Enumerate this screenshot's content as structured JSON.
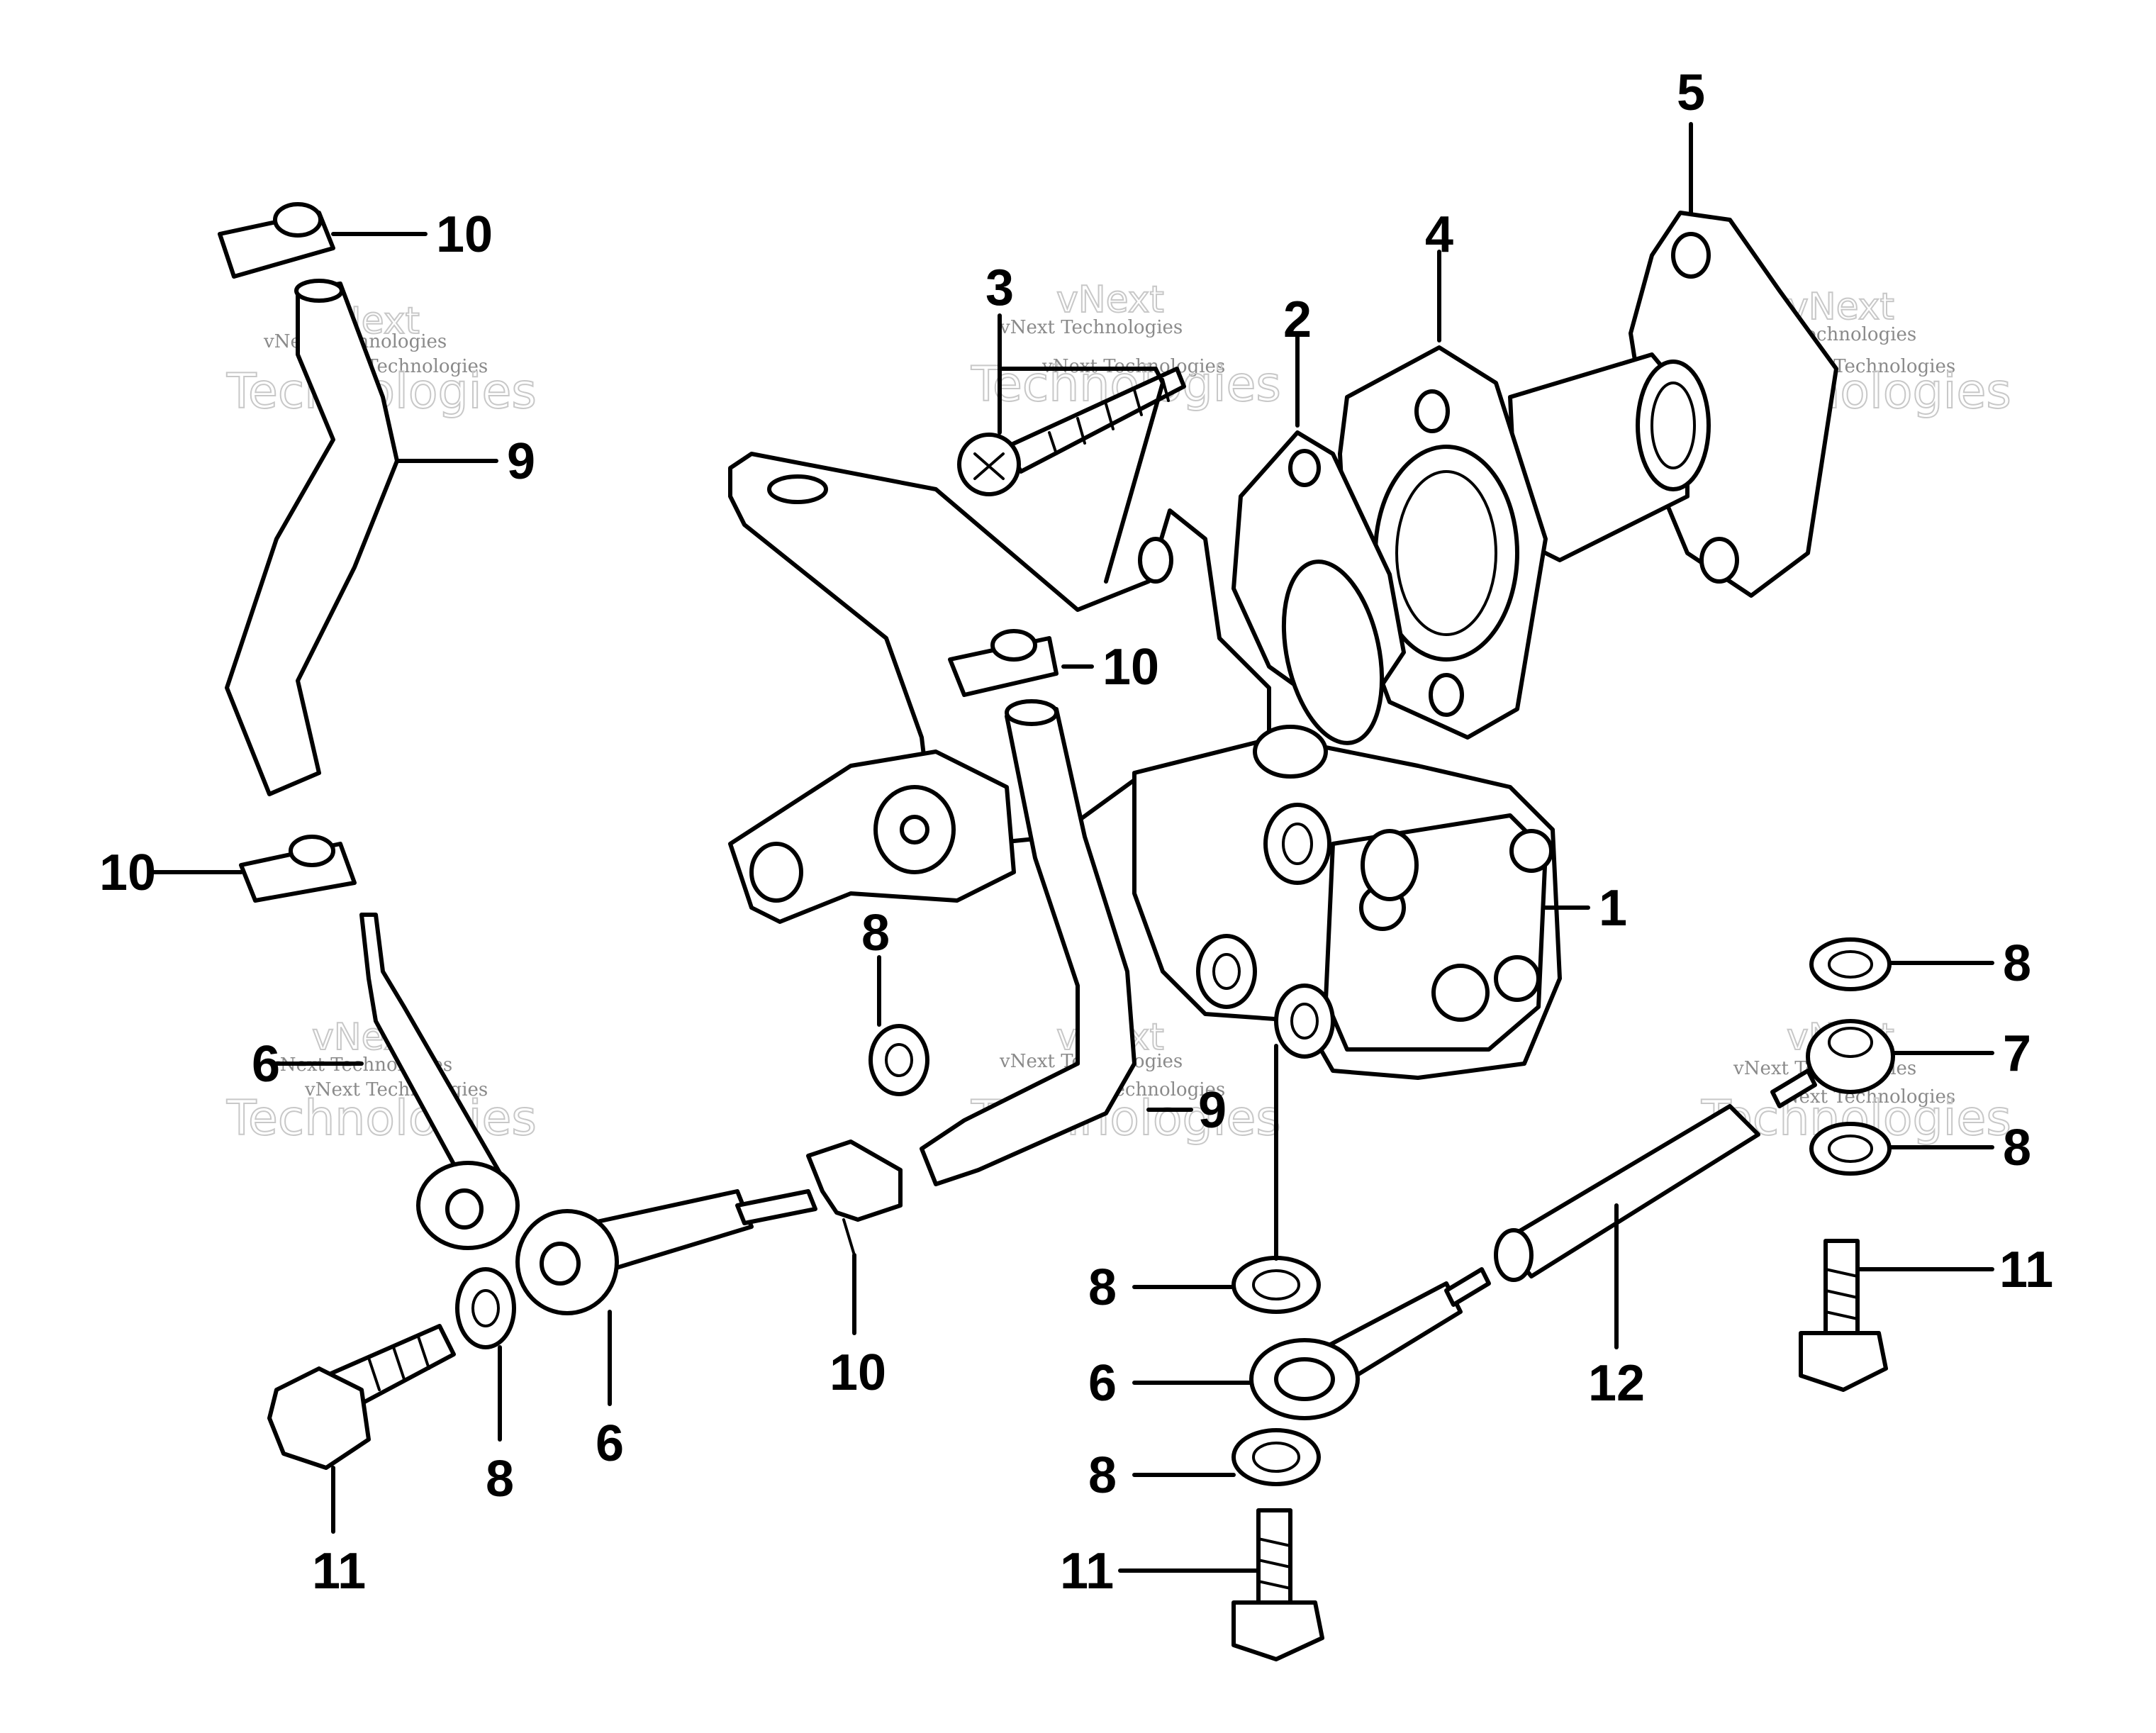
{
  "labels": {
    "l1": "1",
    "l2": "2",
    "l3": "3",
    "l4": "4",
    "l5": "5",
    "l6a": "6",
    "l6b": "6",
    "l6c": "6",
    "l7": "7",
    "l8a": "8",
    "l8b": "8",
    "l8c": "8",
    "l8d": "8",
    "l8e": "8",
    "l8f": "8",
    "l9a": "9",
    "l9b": "9",
    "l10a": "10",
    "l10b": "10",
    "l10c": "10",
    "l10d": "10",
    "l11a": "11",
    "l11b": "11",
    "l11c": "11",
    "l12": "12"
  },
  "watermark": {
    "brand": "vNext",
    "line1": "vNext Technologies",
    "big": "Technologies"
  }
}
